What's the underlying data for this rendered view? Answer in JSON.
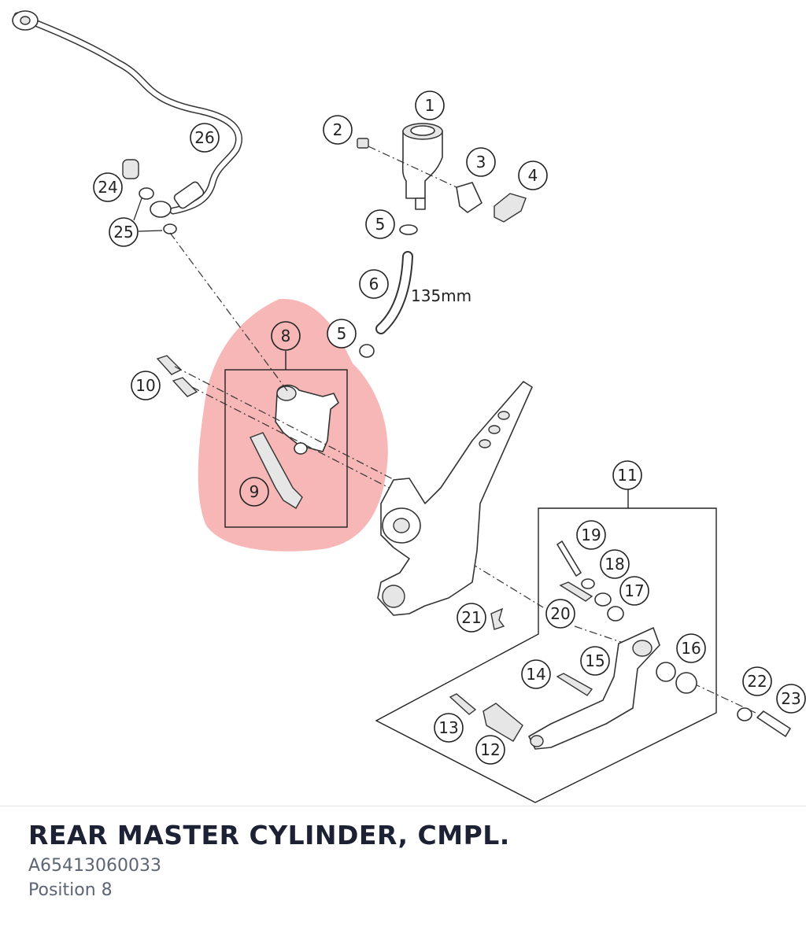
{
  "page": {
    "title": "REAR MASTER CYLINDER, CMPL.",
    "part_number": "A65413060033",
    "position": "Position 8"
  },
  "diagram": {
    "highlight_color": "#f28b8b",
    "dimension_label": "135mm",
    "callouts": [
      "1",
      "2",
      "3",
      "4",
      "5",
      "6",
      "5",
      "8",
      "9",
      "10",
      "11",
      "12",
      "13",
      "14",
      "15",
      "16",
      "17",
      "18",
      "19",
      "20",
      "21",
      "22",
      "23",
      "24",
      "25",
      "26"
    ]
  }
}
